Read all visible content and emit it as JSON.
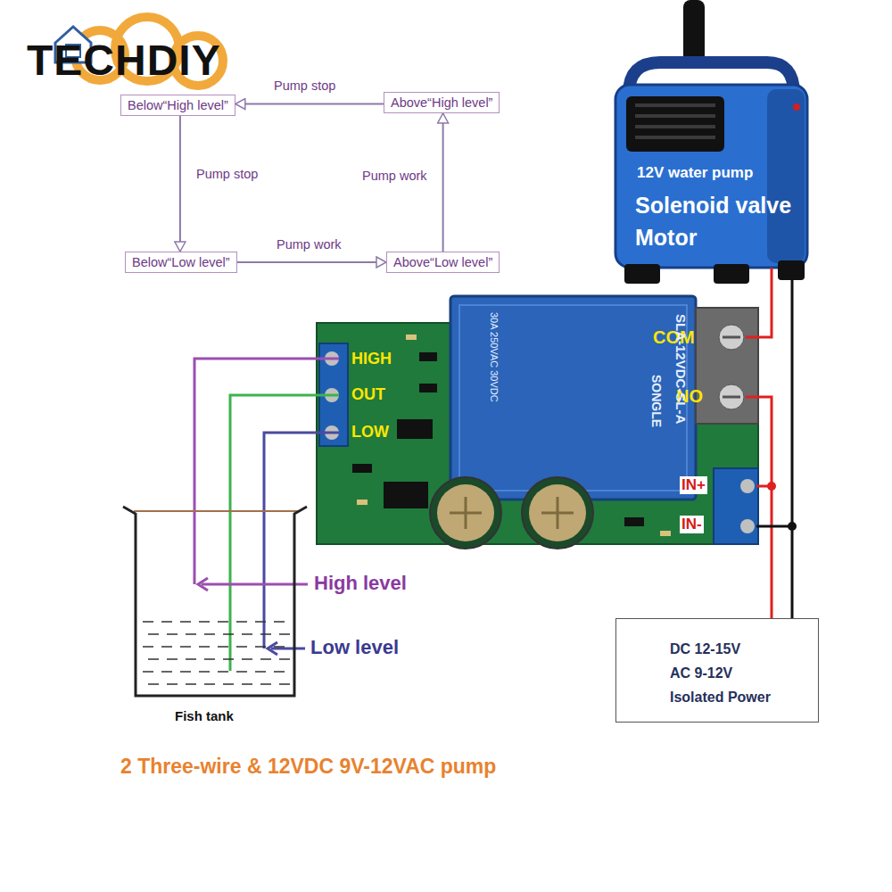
{
  "diagram": {
    "caption": "2 Three-wire & 12VDC 9V-12VAC pump",
    "nodes": [
      {
        "text": [
          "Below“High level”"
        ]
      },
      {
        "text": [
          "Above“High level”"
        ]
      },
      {
        "text": [
          "Below“Low level”"
        ]
      },
      {
        "text": [
          "Above“Low level”"
        ]
      },
      {
        "text": [
          "DC 12-15V",
          "AC 9-12V",
          "Isolated Power"
        ]
      }
    ],
    "edges": [
      {
        "from": 1,
        "to": 0,
        "label": "Pump stop",
        "arrow": "to"
      },
      {
        "from": 0,
        "to": 2,
        "label": "Pump stop",
        "arrow": "to"
      },
      {
        "from": 2,
        "to": 3,
        "label": "Pump work",
        "arrow": "to"
      },
      {
        "from": 3,
        "to": 1,
        "label": "Pump work",
        "arrow": "to"
      }
    ],
    "labels": [
      "TECHDIY",
      "12V water pump",
      "Solenoid valve",
      "Motor",
      "HIGH",
      "OUT",
      "LOW",
      "COM",
      "NO",
      "IN+",
      "IN-",
      "SLA-12VDC-SL-A",
      "SONGLE",
      "30A 250VAC 30VDC",
      "High level",
      "Low level",
      "Fish tank"
    ]
  }
}
